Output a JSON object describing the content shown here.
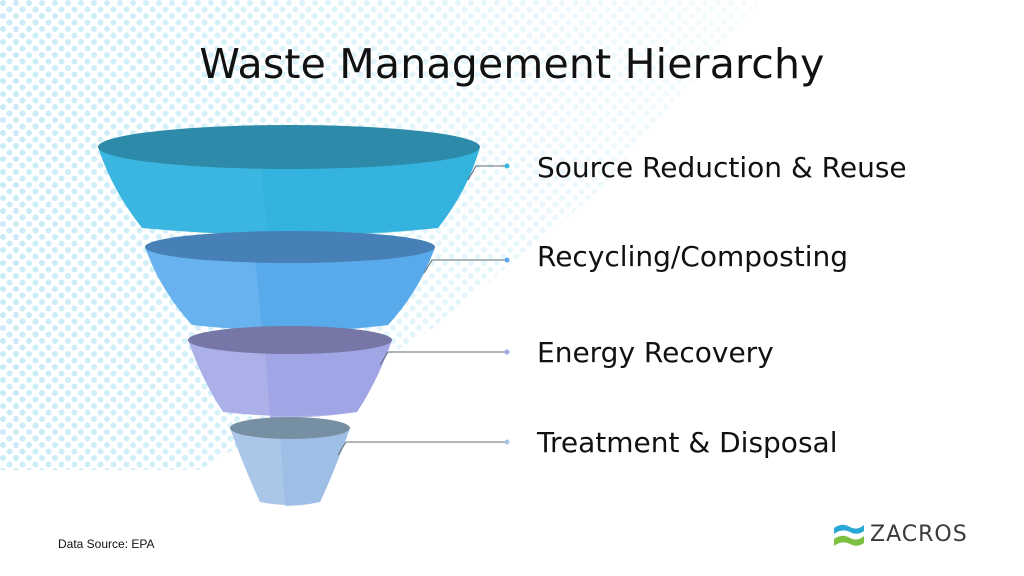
{
  "title": "Waste Management Hierarchy",
  "levels": [
    {
      "label": "Source Reduction & Reuse",
      "color": "#3bb6e0"
    },
    {
      "label": "Recycling/Composting",
      "color": "#5aa9ec"
    },
    {
      "label": "Energy Recovery",
      "color": "#a2a6e3"
    },
    {
      "label": "Treatment & Disposal",
      "color": "#a9c4e6"
    }
  ],
  "footer": {
    "source": "Data Source: EPA"
  },
  "logo": {
    "text": "ZACROS",
    "wave_top_color": "#29a8d6",
    "wave_bottom_color": "#7cc142"
  }
}
